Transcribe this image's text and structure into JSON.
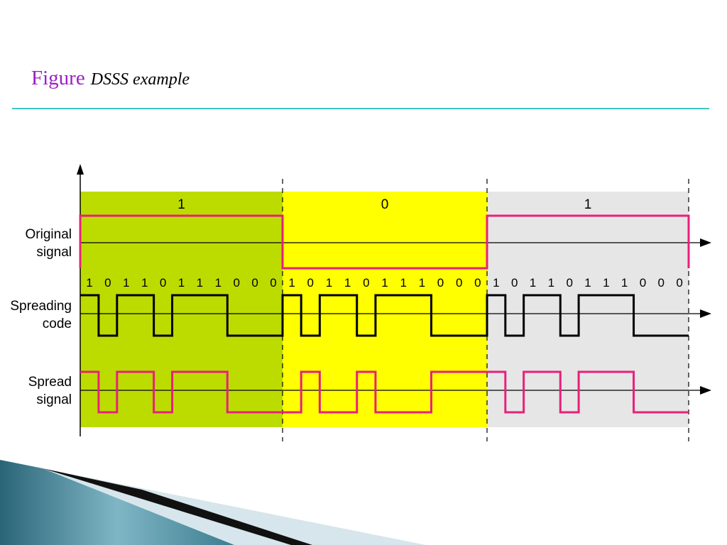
{
  "slide": {
    "title_prefix": "Figure",
    "title_name": "DSSS example"
  },
  "diagram": {
    "data_bits": [
      "1",
      "0",
      "1"
    ],
    "spreading_code": [
      "1",
      "0",
      "1",
      "1",
      "0",
      "1",
      "1",
      "1",
      "0",
      "0",
      "0"
    ],
    "row_labels": {
      "original_line1": "Original",
      "original_line2": "signal",
      "code_line1": "Spreading",
      "code_line2": "code",
      "spread_line1": "Spread",
      "spread_line2": "signal"
    },
    "colors": {
      "bit1_panel": "#bcdc00",
      "bit0_panel": "#ffff00",
      "bit3_panel": "#e6e6e6",
      "signal_magenta": "#e8207a",
      "code_black": "#000000",
      "rule_teal": "#41c4c0",
      "title_purple": "#9b1fc4"
    }
  }
}
